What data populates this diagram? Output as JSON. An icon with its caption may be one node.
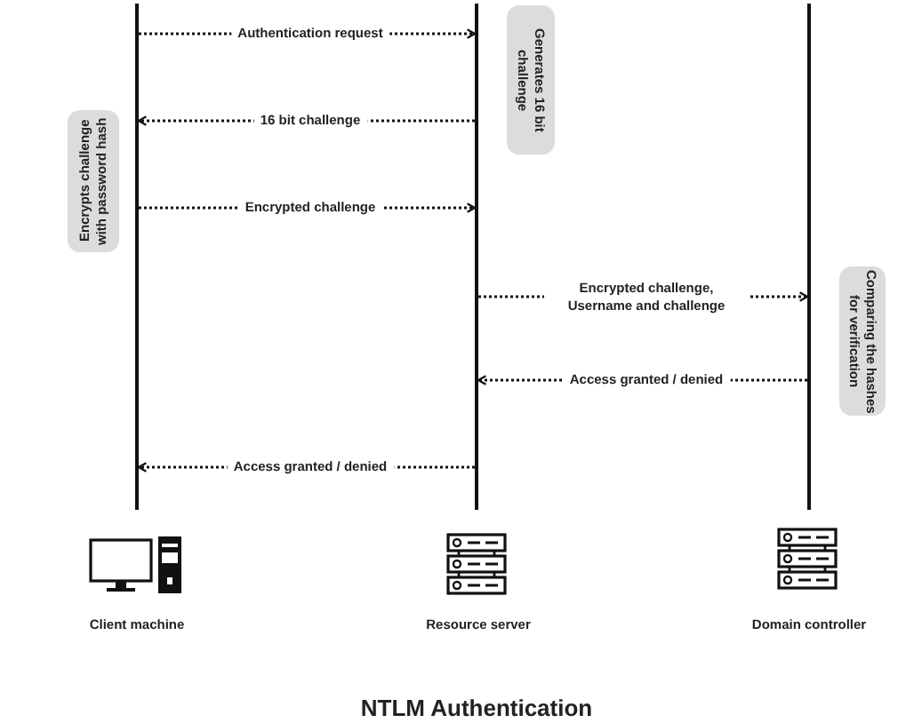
{
  "diagram": {
    "title": "NTLM Authentication",
    "nodes": [
      {
        "text": [],
        "shape": "bar"
      },
      {
        "text": [],
        "shape": "bar"
      },
      {
        "text": [],
        "shape": "bar"
      },
      {
        "text": [
          "Encrypts challenge with password hash"
        ]
      },
      {
        "text": [
          "Generates 16 bit challenge"
        ]
      },
      {
        "text": [
          "Comparing the hashes for verification"
        ]
      }
    ],
    "edges": [
      {
        "from": 0,
        "to": 1,
        "arrow": "to",
        "label": "Authentication request"
      },
      {
        "from": 1,
        "to": 0,
        "arrow": "to",
        "label": "16 bit challenge"
      },
      {
        "from": 0,
        "to": 1,
        "arrow": "to",
        "label": "Encrypted challenge"
      },
      {
        "from": 1,
        "to": 2,
        "arrow": "to",
        "label": "Encrypted challenge, Username and challenge"
      },
      {
        "from": 2,
        "to": 1,
        "arrow": "to",
        "label": "Access granted / denied"
      },
      {
        "from": 1,
        "to": 0,
        "arrow": "to",
        "label": "Access granted / denied"
      }
    ],
    "labels": [
      "Client machine",
      "Resource server",
      "Domain controller"
    ]
  }
}
